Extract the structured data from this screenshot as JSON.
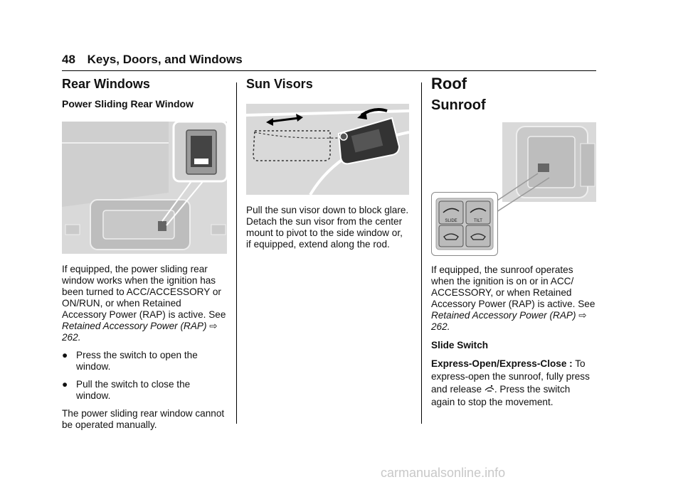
{
  "header": {
    "page_number": "48",
    "section": "Keys, Doors, and Windows"
  },
  "col1": {
    "title": "Rear Windows",
    "subtitle": "Power Sliding Rear Window",
    "para1": "If equipped, the power sliding rear window works when the ignition has been turned to ACC/ACCESSORY or ON/RUN, or when Retained Accessory Power (RAP) is active. See",
    "ref_text": "Retained Accessory Power (RAP)",
    "ref_arrow": "⇨",
    "ref_page": "262",
    "bullet_glyph": "●",
    "bullets": [
      "Press the switch to open the window.",
      "Pull the switch to close the window."
    ],
    "para2": "The power sliding rear window cannot be operated manually."
  },
  "col2": {
    "title": "Sun Visors",
    "para": "Pull the sun visor down to block glare. Detach the sun visor from the center mount to pivot to the side window or, if equipped, extend along the rod."
  },
  "col3": {
    "title": "Roof",
    "subtitle": "Sunroof",
    "para1": "If equipped, the sunroof operates when the ignition is on or in ACC/ ACCESSORY, or when Retained Accessory Power (RAP) is active. See",
    "ref_text": "Retained Accessory Power (RAP)",
    "ref_arrow": "⇨",
    "ref_page": "262",
    "slide_heading": "Slide Switch",
    "express_label": "Express-Open/Express-Close :",
    "express_text_a": "To express-open the sunroof, fully press and release",
    "express_text_b": ". Press the switch again to stop the movement.",
    "switch_labels": {
      "slide": "SLIDE",
      "tilt": "TILT"
    }
  },
  "footer": {
    "watermark": "carmanualsonline.info"
  },
  "colors": {
    "figure_bg": "#d9d9d9",
    "ink": "#111111"
  }
}
